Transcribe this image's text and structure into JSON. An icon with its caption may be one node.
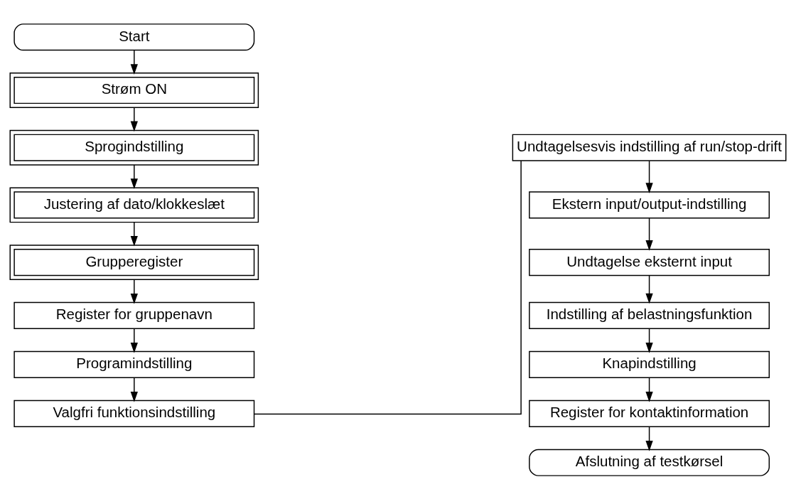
{
  "diagram": {
    "nodes": [
      {
        "text": [
          "Start"
        ]
      },
      {
        "text": [
          "Strøm ON"
        ]
      },
      {
        "text": [
          "Sprogindstilling"
        ]
      },
      {
        "text": [
          "Justering af dato/klokkeslæt"
        ]
      },
      {
        "text": [
          "Grupperegister"
        ]
      },
      {
        "text": [
          "Register for gruppenavn"
        ]
      },
      {
        "text": [
          "Programindstilling"
        ]
      },
      {
        "text": [
          "Valgfri funktionsindstilling"
        ]
      },
      {
        "text": [
          "Undtagelsesvis indstilling af run/stop-drift"
        ]
      },
      {
        "text": [
          "Ekstern input/output-indstilling"
        ]
      },
      {
        "text": [
          "Undtagelse eksternt input"
        ]
      },
      {
        "text": [
          "Indstilling af belastningsfunktion"
        ]
      },
      {
        "text": [
          "Knapindstilling"
        ]
      },
      {
        "text": [
          "Register for kontaktinformation"
        ]
      },
      {
        "text": [
          "Afslutning af testkørsel"
        ]
      }
    ],
    "edges": [
      {
        "from": 0,
        "to": 1,
        "arrow": "to"
      },
      {
        "from": 1,
        "to": 2,
        "arrow": "to"
      },
      {
        "from": 2,
        "to": 3,
        "arrow": "to"
      },
      {
        "from": 3,
        "to": 4,
        "arrow": "to"
      },
      {
        "from": 4,
        "to": 5,
        "arrow": "to"
      },
      {
        "from": 5,
        "to": 6,
        "arrow": "to"
      },
      {
        "from": 6,
        "to": 7,
        "arrow": "to"
      },
      {
        "from": 7,
        "to": 8,
        "arrow": "none"
      },
      {
        "from": 8,
        "to": 9,
        "arrow": "to"
      },
      {
        "from": 9,
        "to": 10,
        "arrow": "to"
      },
      {
        "from": 10,
        "to": 11,
        "arrow": "to"
      },
      {
        "from": 11,
        "to": 12,
        "arrow": "to"
      },
      {
        "from": 12,
        "to": 13,
        "arrow": "to"
      },
      {
        "from": 13,
        "to": 14,
        "arrow": "to"
      }
    ]
  }
}
